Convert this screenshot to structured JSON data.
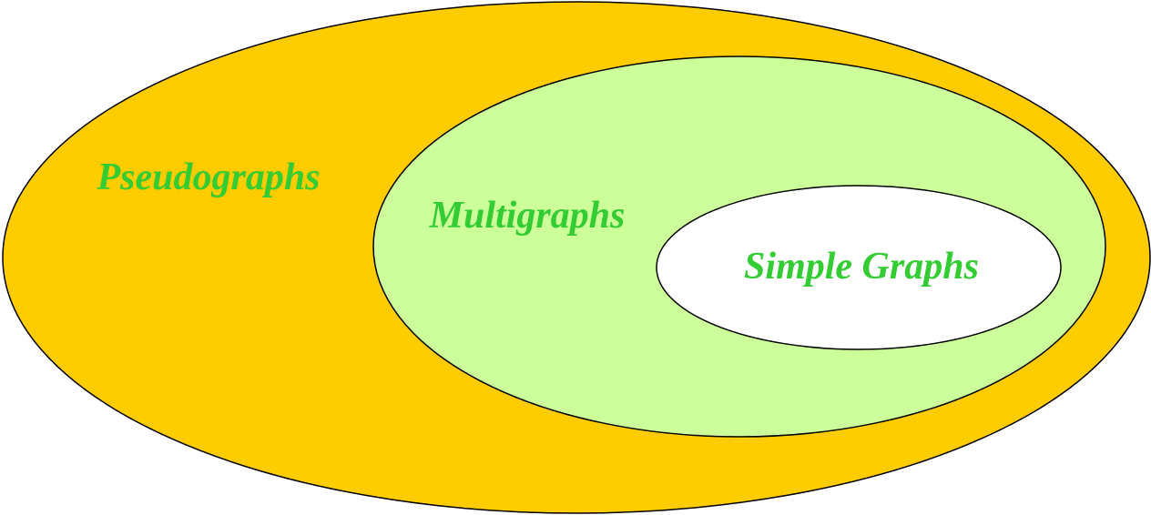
{
  "diagram": {
    "sets": [
      {
        "id": "pseudographs",
        "label": "Pseudographs",
        "fill": "#FFCC00"
      },
      {
        "id": "multigraphs",
        "label": "Multigraphs",
        "fill": "#CCFF99"
      },
      {
        "id": "simple-graphs",
        "label": "Simple Graphs",
        "fill": "#FFFFFF"
      }
    ],
    "label_color": "#33CC33",
    "outline_color": "#000000"
  }
}
